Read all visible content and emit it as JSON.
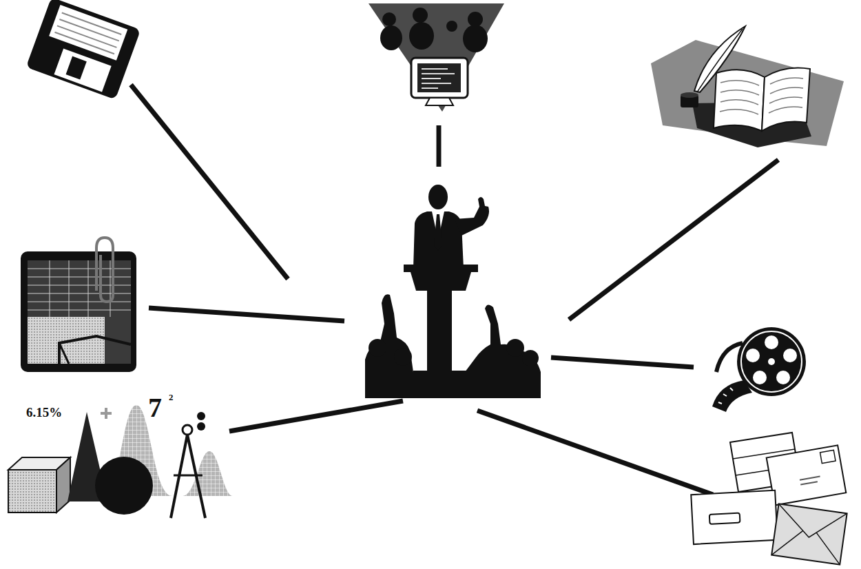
{
  "diagram": {
    "labels": [
      "6.15%",
      "7",
      "2"
    ]
  }
}
